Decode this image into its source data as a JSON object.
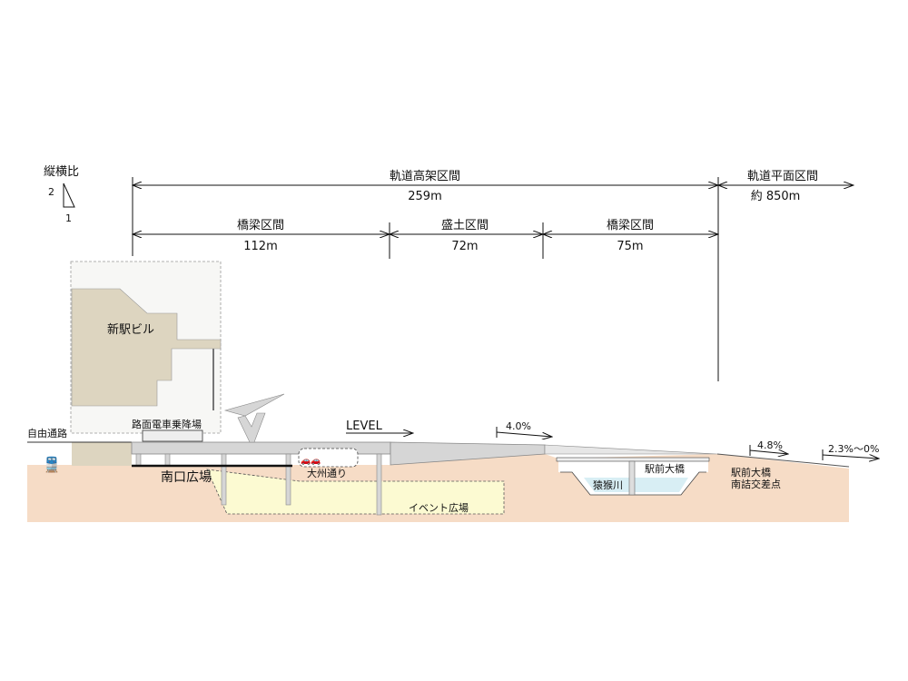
{
  "aspect_ratio": {
    "title": "縦横比",
    "vertical": "2",
    "horizontal": "1"
  },
  "spans": {
    "elevated": {
      "label": "軌道高架区間",
      "length": "259m"
    },
    "flat": {
      "label": "軌道平面区間",
      "length": "約 850m"
    },
    "bridge1": {
      "label": "橋梁区間",
      "length": "112m"
    },
    "embankment": {
      "label": "盛土区間",
      "length": "72m"
    },
    "bridge2": {
      "label": "橋梁区間",
      "length": "75m"
    }
  },
  "labels": {
    "station_building": "新駅ビル",
    "free_passage": "自由通路",
    "tram_platform": "路面電車乗降場",
    "south_plaza": "南口広場",
    "oozu_street": "大州通り",
    "event_plaza": "イベント広場",
    "river": "猿猴川",
    "bridge": "駅前大橋",
    "intersection_1": "駅前大橋",
    "intersection_2": "南詰交差点"
  },
  "gradients": {
    "level": "LEVEL",
    "g1": "4.0%",
    "g2": "4.8%",
    "g3": "2.3%～0%"
  },
  "colors": {
    "ground": "#f6dcc6",
    "building": "#ddd5c0",
    "deck": "#d6d6d6",
    "event": "#fcfad2",
    "water": "#d8eef4"
  }
}
